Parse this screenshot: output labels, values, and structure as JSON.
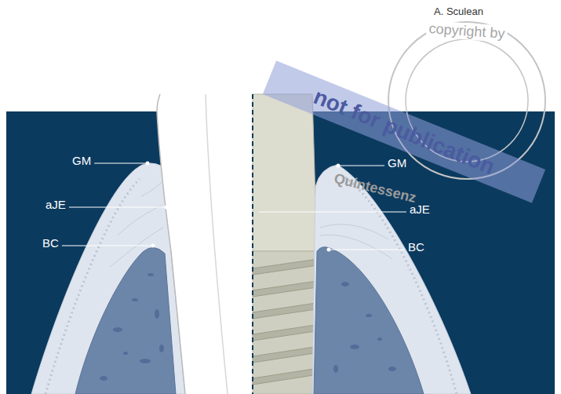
{
  "diagram": {
    "labels": [
      "A. Sculean",
      "copyright by",
      "not for publication",
      "Quintessenz",
      "GM",
      "aJE",
      "BC",
      "GM",
      "aJE",
      "BC"
    ]
  }
}
